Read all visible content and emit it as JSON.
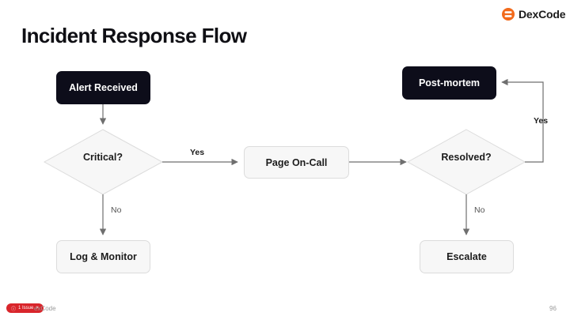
{
  "brand": {
    "name": "DexCode",
    "logo_icon": "dexcode-logo-icon",
    "accent": "#f26a1b"
  },
  "title": "Incident Response Flow",
  "nodes": {
    "alert": "Alert Received",
    "critical": "Critical?",
    "page": "Page On-Call",
    "resolved": "Resolved?",
    "postmortem": "Post-mortem",
    "log": "Log & Monitor",
    "escalate": "Escalate"
  },
  "edges": {
    "critical_yes": "Yes",
    "critical_no": "No",
    "resolved_yes": "Yes",
    "resolved_no": "No"
  },
  "footer": {
    "badge": "1 Issue",
    "brand_partial": "exCode",
    "page_number": "96"
  },
  "colors": {
    "dark_node": "#0d0d1a",
    "light_node": "#f7f7f7",
    "connector": "#6f6f6f",
    "issue_badge": "#d9252b"
  }
}
